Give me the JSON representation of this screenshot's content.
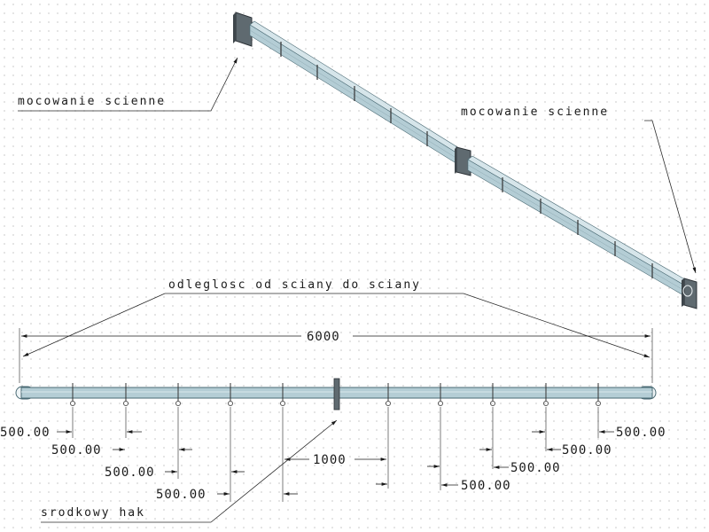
{
  "labels": {
    "wall_mount_left": "mocowanie scienne",
    "wall_mount_right": "mocowanie scienne",
    "wall_to_wall": "odleglosc od sciany do sciany",
    "center_hook": "srodkowy hak"
  },
  "dimensions": {
    "overall": "6000",
    "center_spacing": "1000",
    "left_spacings": [
      "500.00",
      "500.00",
      "500.00",
      "500.00"
    ],
    "right_spacings": [
      "500.00",
      "500.00",
      "500.00",
      "500.00"
    ]
  },
  "colors": {
    "bar_fill": "#b4cdd5",
    "bar_edge": "#4a6a74",
    "plate_fill": "#5f6a70",
    "line": "#1a1a1a"
  }
}
